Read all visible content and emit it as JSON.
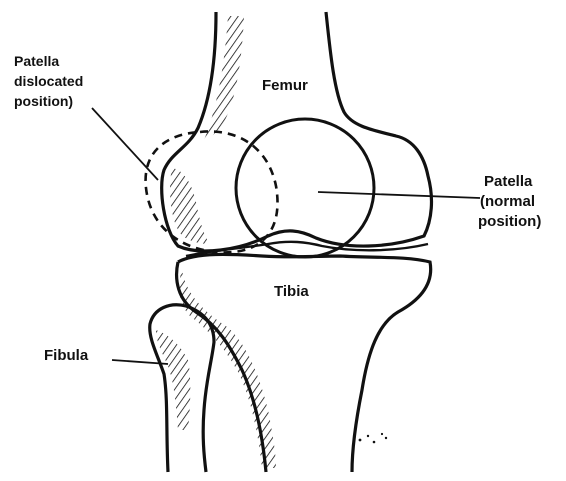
{
  "diagram": {
    "labels": {
      "femur": "Femur",
      "tibia": "Tibia",
      "fibula": "Fibula",
      "patella_dislocated_line1": "Patella",
      "patella_dislocated_line2": "dislocated",
      "patella_dislocated_line3": "position)",
      "patella_normal_line1": "Patella",
      "patella_normal_line2": "(normal",
      "patella_normal_line3": "position)"
    },
    "colors": {
      "ink": "#111111",
      "paper": "#ffffff"
    }
  }
}
